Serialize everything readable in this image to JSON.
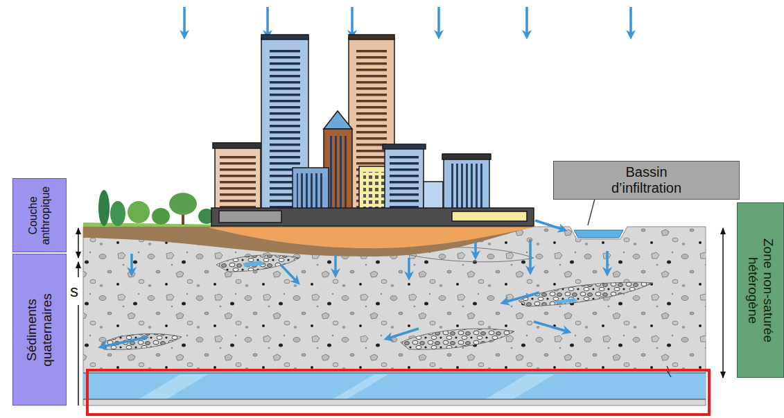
{
  "diagram": {
    "nodes": [
      {
        "text": [
          "Couche anthropique"
        ]
      },
      {
        "text": [
          "Sédiments quaternaires"
        ]
      },
      {
        "text": [
          "Bassin d’infiltration"
        ]
      },
      {
        "text": [
          "Zone non-saturée hétérogène"
        ]
      }
    ],
    "labels": [
      "s"
    ]
  }
}
